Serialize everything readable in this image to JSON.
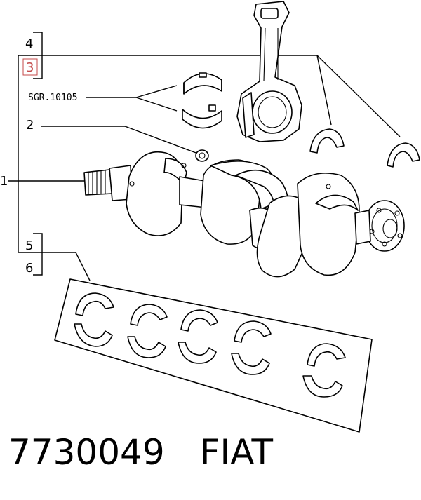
{
  "callouts": {
    "c1": "1",
    "c2": "2",
    "c3": "3",
    "c4": "4",
    "c5": "5",
    "c6": "6"
  },
  "reference": "SGR.10105",
  "footer": {
    "part_number": "7730049",
    "brand": "FIAT"
  },
  "colors": {
    "highlight": "#c44a4a",
    "line": "#000000"
  }
}
